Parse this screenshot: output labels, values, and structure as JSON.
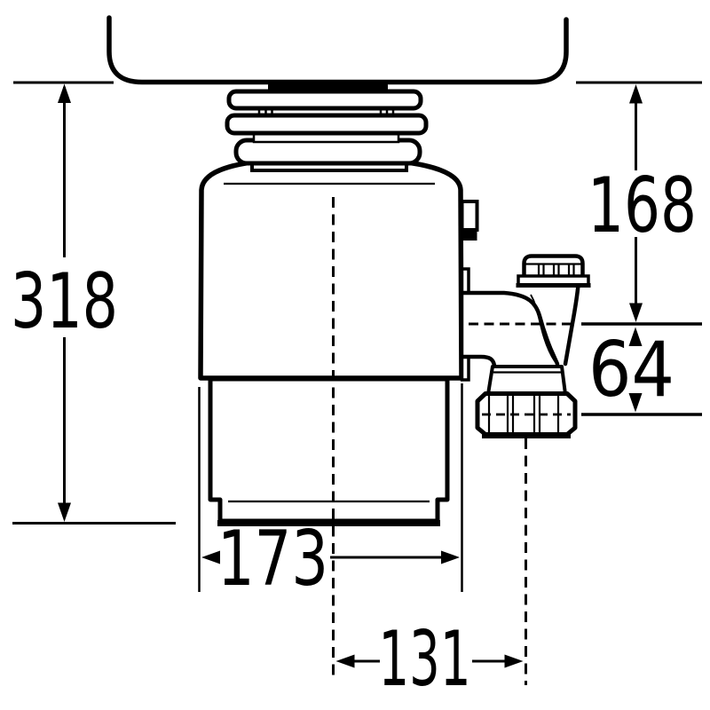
{
  "diagram": {
    "background_color": "#ffffff",
    "line_color": "#000000",
    "dimensions": {
      "overall_height": "318",
      "sink_to_outlet_centre": "168",
      "outlet_drop": "64",
      "body_width": "173",
      "centre_to_outlet_offset": "131"
    }
  }
}
